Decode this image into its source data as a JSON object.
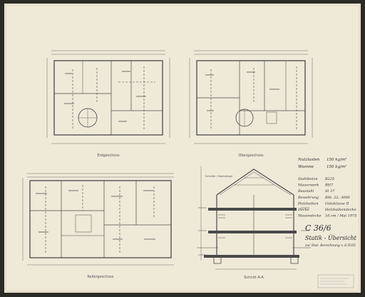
{
  "sheet": {
    "drawing_no": "C 36/6",
    "title": "Statik - Übersicht",
    "subtitle": "zur Stat. Berechnung v. 8.IV.65"
  },
  "loads": [
    {
      "label": "Nutzlasten",
      "value": "150 kg/m²"
    },
    {
      "label": "Waenne",
      "value": "150 kg/m²"
    }
  ],
  "materials": [
    {
      "label": "Stahlbeton",
      "value": "B225"
    },
    {
      "label": "Mauerwerk",
      "value": "BH7"
    },
    {
      "label": "Baustahl",
      "value": "St 37"
    },
    {
      "label": "Bewehrung",
      "value": "BSt. 22, 3000"
    },
    {
      "label": "Holzbalken",
      "value": "Güteklasse II"
    },
    {
      "label": "Decke",
      "value": "Holzbalkendecke"
    },
    {
      "label": "Massivdecke",
      "value": "16.cm / Mai 1975"
    }
  ],
  "views": {
    "ground_floor": "Erdgeschoss",
    "upper_floor": "Obergeschoss",
    "basement": "Kellergeschoss",
    "section": "Schnitt A-A",
    "section_note": "Schiefer / Dachziegel"
  }
}
